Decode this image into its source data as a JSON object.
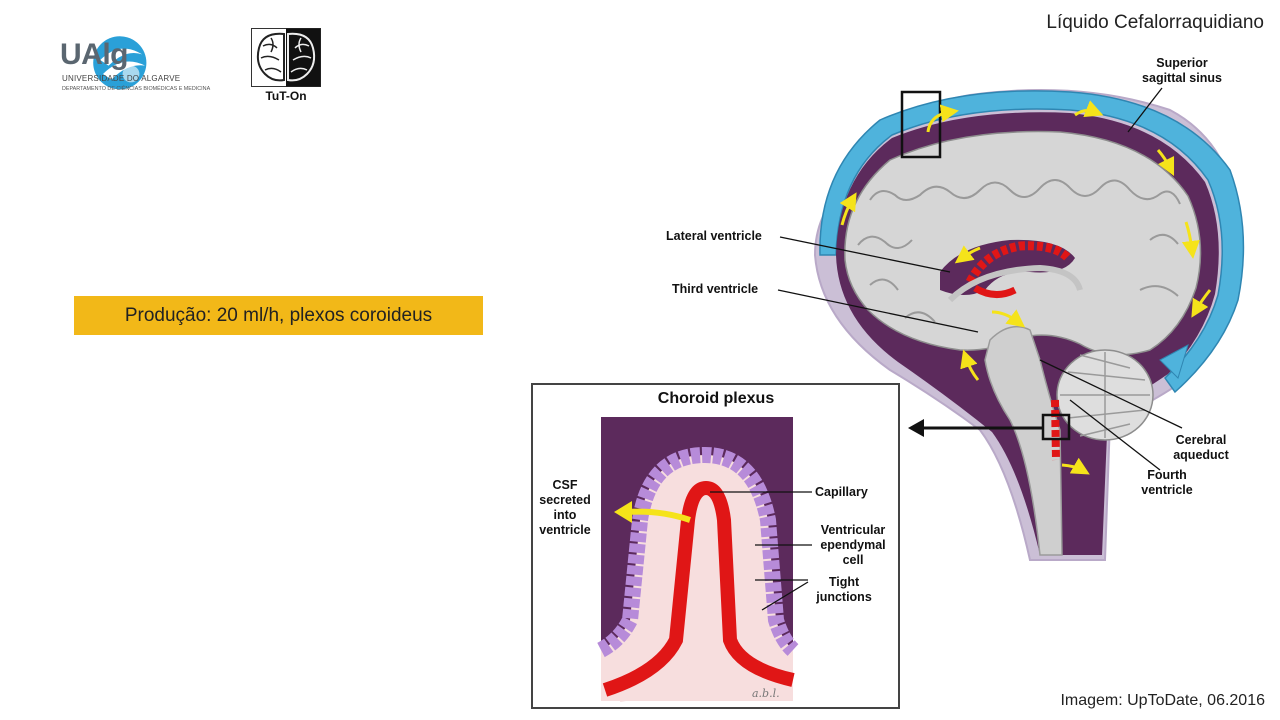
{
  "header": {
    "title": "Líquido Cefalorraquidiano"
  },
  "logos": {
    "ualg_name": "UAlg",
    "ualg_line1": "UNIVERSIDADE DO ALGARVE",
    "ualg_line2": "DEPARTAMENTO DE CIÊNCIAS BIOMÉDICAS E MEDICINA",
    "tut_label": "TuT-On"
  },
  "highlight": {
    "text": "Produção: 20 ml/h, plexos coroideus"
  },
  "diagram": {
    "labels": {
      "superior_sagittal_sinus_1": "Superior",
      "superior_sagittal_sinus_2": "sagittal sinus",
      "lateral_ventricle": "Lateral ventricle",
      "third_ventricle": "Third ventricle",
      "cerebral_aqueduct_1": "Cerebral",
      "cerebral_aqueduct_2": "aqueduct",
      "fourth_ventricle_1": "Fourth",
      "fourth_ventricle_2": "ventricle"
    },
    "inset": {
      "title": "Choroid plexus",
      "csf_1": "CSF",
      "csf_2": "secreted",
      "csf_3": "into",
      "csf_4": "ventricle",
      "capillary": "Capillary",
      "ependymal_1": "Ventricular",
      "ependymal_2": "ependymal",
      "ependymal_3": "cell",
      "tight_1": "Tight",
      "tight_2": "junctions",
      "signature": "a.b.l."
    },
    "colors": {
      "csf_space": "#5c2a5c",
      "sinus": "#4fb3dc",
      "brain": "#d6d6d6",
      "choroid": "#e01616",
      "arrow": "#f5e31a",
      "ependymal": "#b78bd9"
    }
  },
  "footer": {
    "credit": "Imagem: UpToDate, 06.2016"
  }
}
